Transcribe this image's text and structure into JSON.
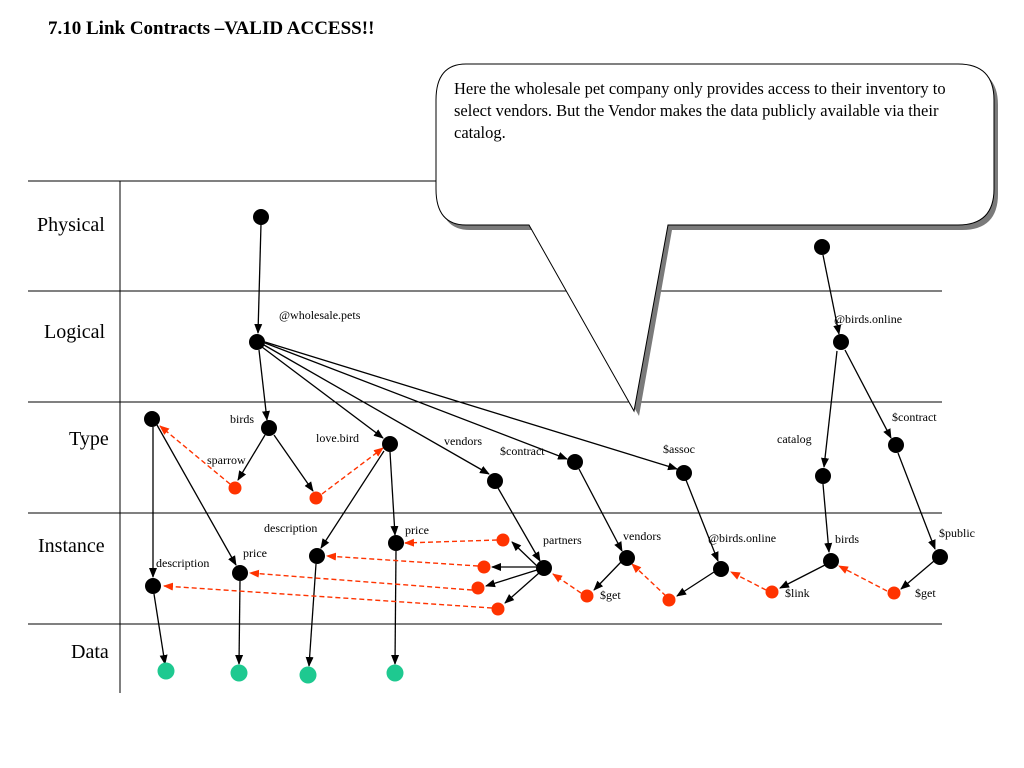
{
  "title": "7.10 Link Contracts –VALID ACCESS!!",
  "callout": {
    "text": "Here the wholesale pet company only provides access to their inventory to select vendors. But the Vendor makes the data publicly available via their catalog."
  },
  "rows": {
    "physical": "Physical",
    "logical": "Logical",
    "type": "Type",
    "instance": "Instance",
    "data": "Data"
  },
  "labels": {
    "wholesale_pets": "@wholesale.pets",
    "birds_online_logical": "@birds.online",
    "birds_type": "birds",
    "sparrow": "sparrow",
    "love_bird": "love.bird",
    "vendors_type": "vendors",
    "contract_type": "$contract",
    "assoc": "$assoc",
    "catalog": "catalog",
    "contract_right": "$contract",
    "description_love": "description",
    "price_love": "price",
    "partners": "partners",
    "vendors_inst": "vendors",
    "birds_online_inst": "@birds.online",
    "birds_inst": "birds",
    "public": "$public",
    "price_left": "price",
    "description_left": "description",
    "get_mid": "$get",
    "link": "$link",
    "get_right": "$get"
  },
  "colors": {
    "node": "#000000",
    "pointer_node": "#ff3300",
    "data_node": "#1ec990",
    "pointer_edge": "#ff3300",
    "edge": "#000000"
  }
}
